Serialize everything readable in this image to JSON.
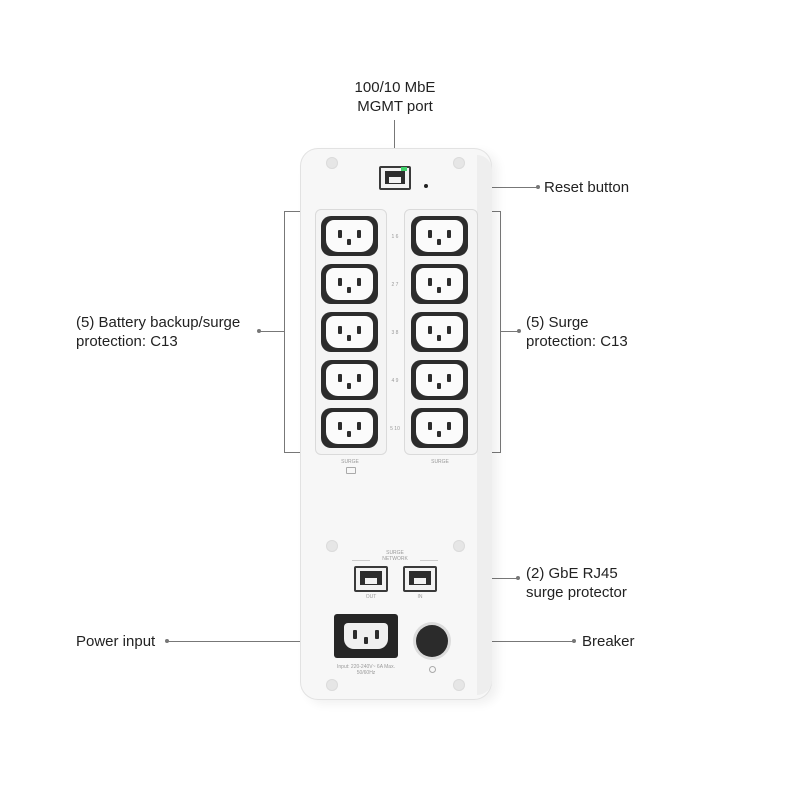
{
  "callouts": {
    "mgmt_port": [
      "100/10 MbE",
      "MGMT port"
    ],
    "reset_button": "Reset button",
    "battery_backup": [
      "(5) Battery backup/surge",
      "protection: C13"
    ],
    "surge_protection": [
      "(5) Surge",
      "protection: C13"
    ],
    "rj45": [
      "(2) GbE RJ45",
      "surge protector"
    ],
    "power_input": "Power input",
    "breaker": "Breaker"
  },
  "device_labels": {
    "outlet_numbers": [
      "1 6",
      "2 7",
      "3 8",
      "4 9",
      "5 10"
    ],
    "left_panel": "SURGE",
    "right_panel": "SURGE",
    "network_title": [
      "SURGE",
      "NETWORK"
    ],
    "out": "OUT",
    "in": "IN",
    "input_rating": [
      "Input: 220-240V~ 6A Max.",
      "50/60Hz"
    ]
  },
  "colors": {
    "background": "#ffffff",
    "device_body": "#f7f7f7",
    "outlet": "#2c2c2c",
    "callout_line": "#777777",
    "status_led": "#3fd16a"
  },
  "icons": {
    "outlet": "iec-c13-outlet-icon",
    "rj45": "rj45-port-icon",
    "breaker": "breaker-knob-icon",
    "power": "iec-c14-inlet-icon"
  }
}
